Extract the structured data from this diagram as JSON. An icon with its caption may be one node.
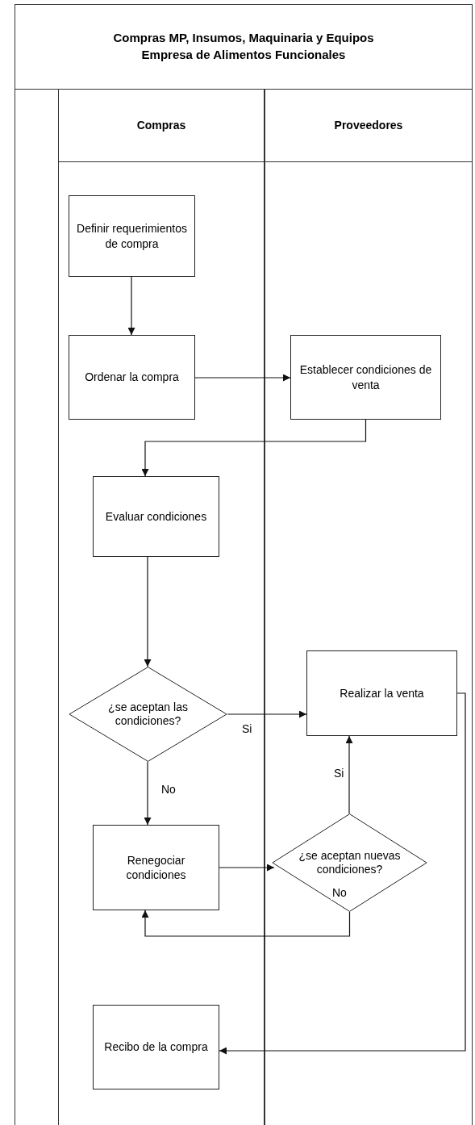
{
  "diagram": {
    "title": "Compras MP, Insumos, Maquinaria y Equipos Empresa de Alimentos Funcionales",
    "nodes": [
      {
        "text": [
          "Compras"
        ]
      },
      {
        "text": [
          "Proveedores"
        ]
      },
      {
        "text": [
          "Definir requerimientos de compra"
        ],
        "in": 0
      },
      {
        "text": [
          "Ordenar la compra"
        ],
        "in": 0
      },
      {
        "text": [
          "Establecer condiciones de venta"
        ],
        "in": 1
      },
      {
        "text": [
          "Evaluar condiciones"
        ],
        "in": 0
      },
      {
        "text": [
          "¿se aceptan las condiciones?"
        ],
        "in": 0
      },
      {
        "text": [
          "Realizar la venta"
        ],
        "in": 1
      },
      {
        "text": [
          "Renegociar condiciones"
        ],
        "in": 0
      },
      {
        "text": [
          "¿se aceptan nuevas condiciones?"
        ],
        "in": 1
      },
      {
        "text": [
          "Recibo de la compra"
        ],
        "in": 0
      }
    ],
    "edges": [
      {
        "from": 2,
        "to": 3,
        "arrow": "to"
      },
      {
        "from": 3,
        "to": 4,
        "arrow": "to"
      },
      {
        "from": 4,
        "to": 5,
        "arrow": "to"
      },
      {
        "from": 5,
        "to": 6,
        "arrow": "to"
      },
      {
        "from": 6,
        "to": 7,
        "arrow": "to",
        "label": "Si"
      },
      {
        "from": 6,
        "to": 8,
        "arrow": "to",
        "label": "No"
      },
      {
        "from": 8,
        "to": 9,
        "arrow": "to"
      },
      {
        "from": 9,
        "to": 7,
        "arrow": "to",
        "label": "Si"
      },
      {
        "from": 9,
        "to": 8,
        "arrow": "to",
        "label": "No"
      },
      {
        "from": 7,
        "to": 10,
        "arrow": "to"
      }
    ]
  }
}
